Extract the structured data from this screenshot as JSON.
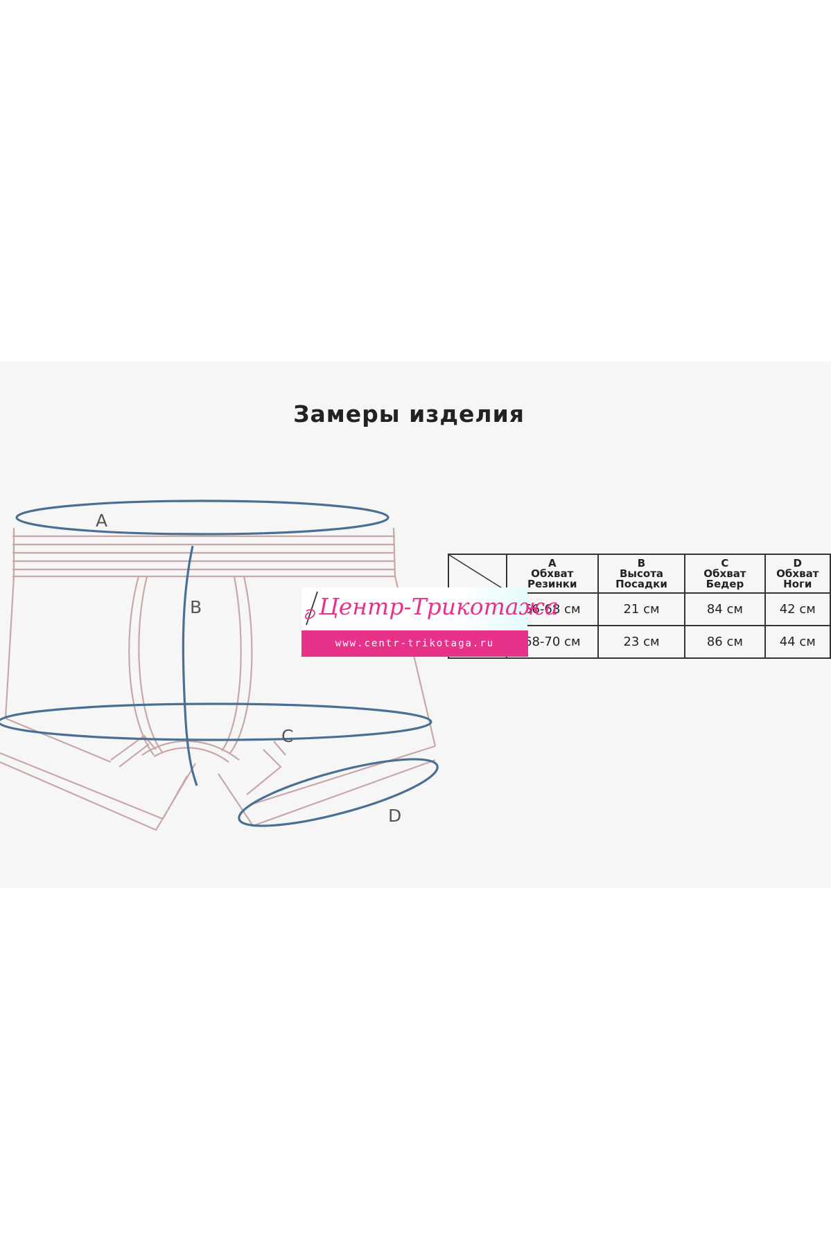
{
  "title": "Замеры изделия",
  "labels": {
    "a": "A",
    "b": "B",
    "c": "C",
    "d": "D"
  },
  "table": {
    "headers": [
      {
        "letter": "A",
        "line1": "Обхват",
        "line2": "Резинки"
      },
      {
        "letter": "B",
        "line1": "Высота",
        "line2": "Посадки"
      },
      {
        "letter": "C",
        "line1": "Обхват",
        "line2": "Бедер"
      },
      {
        "letter": "D",
        "line1": "Обхват",
        "line2": "Ноги"
      }
    ],
    "rows": [
      [
        "66-68 см",
        "21 см",
        "84 см",
        "42 см"
      ],
      [
        "68-70 см",
        "23 см",
        "86 см",
        "44 см"
      ]
    ]
  },
  "watermark": {
    "brand": "Центр-Трикотажа",
    "url": "www.centr-trikotaga.ru",
    "brand_color": "#e8328a"
  },
  "colors": {
    "garment": "#c8a8a6",
    "measure": "#4a6f94"
  }
}
